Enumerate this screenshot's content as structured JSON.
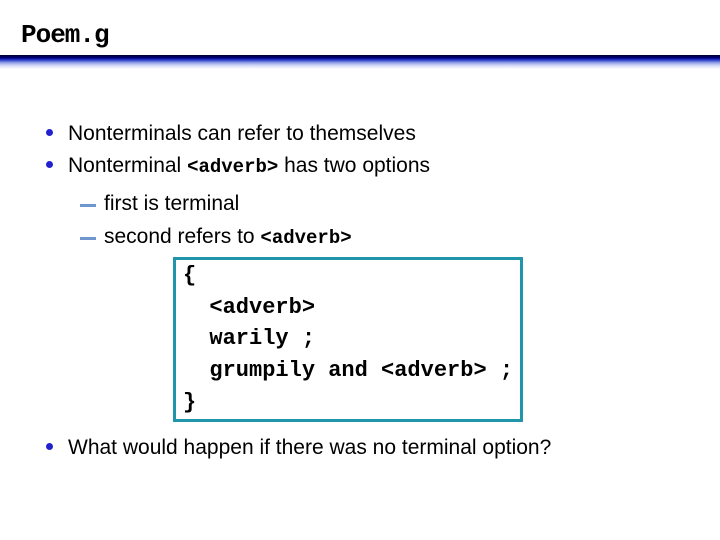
{
  "slide": {
    "title": "Poem.g",
    "bullets": {
      "b1": "Nonterminals can refer to themselves",
      "b2_pre": "Nonterminal ",
      "b2_code": "<adverb>",
      "b2_post": " has two options",
      "sub1": "first is terminal",
      "sub2_pre": "second refers to ",
      "sub2_code": "<adverb>",
      "b3": "What would happen if there was no terminal option?"
    },
    "code_box": {
      "lines": [
        "{",
        "  <adverb>",
        "  warily ;",
        "  grumpily and <adverb> ;",
        "}"
      ]
    },
    "colors": {
      "bullet_dot": "#2222cc",
      "sub_dash": "#7097cd",
      "code_box_border": "#2196ab",
      "title_rule_blue": "#000080",
      "text": "#000000",
      "background": "#ffffff"
    }
  }
}
